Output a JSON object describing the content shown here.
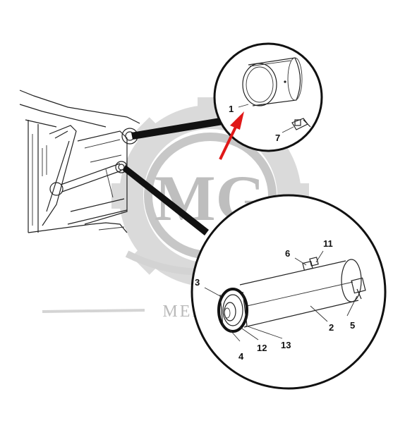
{
  "watermark": {
    "brand_text": "МЕГАЛИС",
    "logo_letters": "MG",
    "gear_color": "#d7d7d7",
    "logo_color": "#b8b8b8"
  },
  "arrow_color": "#e01818",
  "callouts": {
    "c1": "1",
    "c2": "2",
    "c3": "3",
    "c4": "4",
    "c5": "5",
    "c6": "6",
    "c7": "7",
    "c11": "11",
    "c12": "12",
    "c13": "13"
  }
}
